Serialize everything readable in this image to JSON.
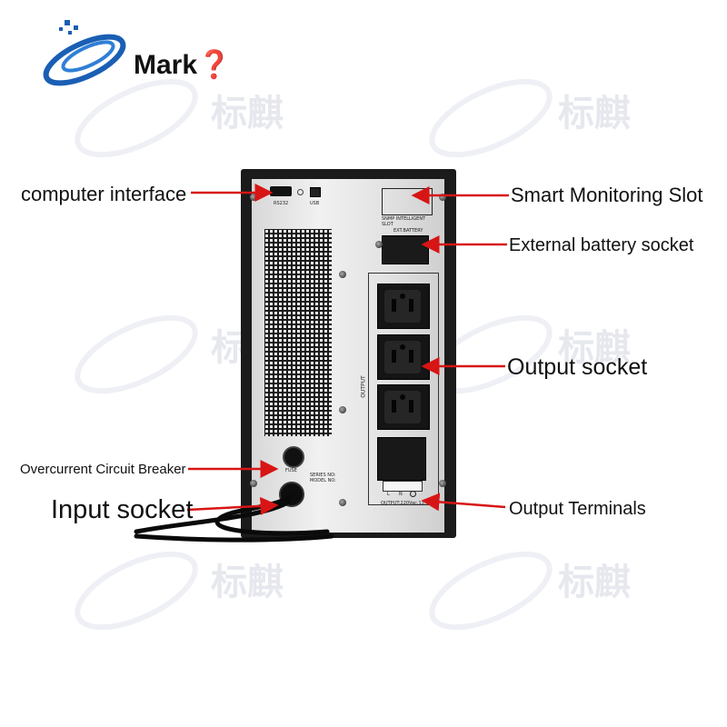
{
  "logo": {
    "text": "Mark❓",
    "icon": "mark-swirl-logo"
  },
  "watermark": {
    "text": "标麒"
  },
  "callouts": {
    "computer_interface": "computer interface",
    "smart_monitoring_slot": "Smart Monitoring Slot",
    "external_battery_socket": "External battery socket",
    "output_socket": "Output socket",
    "overcurrent_circuit_breaker": "Overcurrent Circuit Breaker",
    "input_socket": "Input socket",
    "output_terminals": "Output Terminals"
  },
  "unit_labels": {
    "rs232": "RS232",
    "usb": "USB",
    "snmp_slot": "SNMP INTELLIGENT SLOT",
    "ext_battery": "EXT.BATTERY",
    "output": "OUTPUT",
    "fuse": "FUSE",
    "serial_no": "SERIES NO:",
    "model_no": "MODEL NO:",
    "terminal_l": "L",
    "terminal_n": "N",
    "output_rating": "OUTPUT:220Vac,13.6A"
  },
  "colors": {
    "arrow": "#d81515",
    "unit_body": "#1b1b1b",
    "panel": "#e6e6e6",
    "logo_blue": "#1a5fb4"
  }
}
